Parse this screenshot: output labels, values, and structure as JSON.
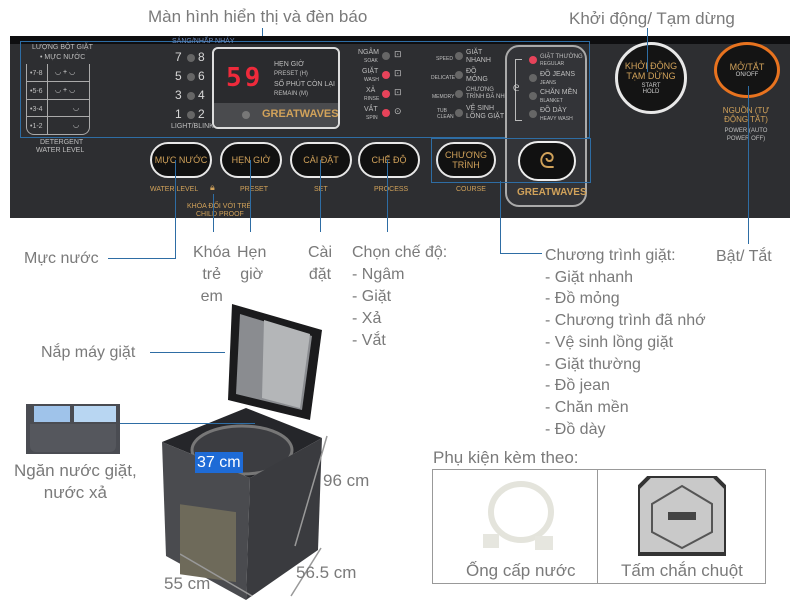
{
  "annotations": {
    "display": "Màn hình hiển thị và đèn báo",
    "start_pause": "Khởi động/ Tạm dừng",
    "water_level": "Mực nước",
    "child_lock": [
      "Khóa",
      "trẻ",
      "em"
    ],
    "preset": [
      "Hẹn",
      "giờ"
    ],
    "set": [
      "Cài",
      "đặt"
    ],
    "mode_title": "Chọn chế độ:",
    "modes": [
      "- Ngâm",
      "- Giặt",
      "- Xả",
      "- Vắt"
    ],
    "program_title": "Chương trình giặt:",
    "programs": [
      "- Giặt nhanh",
      "- Đồ mỏng",
      "- Chương trình đã nhớ",
      "- Vệ sinh lồng giặt",
      "- Giặt thường",
      "- Đồ jean",
      "- Chăn mền",
      "- Đồ dày"
    ],
    "power": "Bật/ Tắt",
    "lid": "Nắp máy giặt",
    "dispenser": [
      "Ngăn nước giặt,",
      "nước xả"
    ],
    "drum_diameter": "37 cm",
    "height": "96 cm",
    "width": "55 cm",
    "depth": "56.5 cm"
  },
  "panel": {
    "detergent_title": "LƯỢNG BỘT GIẶT",
    "detergent_sub": "• MỰC NƯỚC",
    "detergent_rows": [
      "•7-8",
      "•5-6",
      "•3-4",
      "•1-2"
    ],
    "detergent_en": [
      "DETERGENT",
      "WATER LEVEL"
    ],
    "light_blink_vi": "SÁNG/NHẤP NHÁY",
    "light_blink_en": "LIGHT/BLINK",
    "level_numbers": [
      [
        "7",
        "8"
      ],
      [
        "5",
        "6"
      ],
      [
        "3",
        "4"
      ],
      [
        "1",
        "2"
      ]
    ],
    "display_digits": "59",
    "preset_vi": "HẸN GIỜ",
    "preset_en": "PRESET (H)",
    "remain_vi": "SỐ PHÚT CÒN LẠI",
    "remain_en": "REMAIN (M)",
    "brand": "GREATWAVES",
    "process_indicators": [
      {
        "vi": "NGÂM",
        "en": "SOAK",
        "on": false
      },
      {
        "vi": "GIẶT",
        "en": "WASH",
        "on": true
      },
      {
        "vi": "XẢ",
        "en": "RINSE",
        "on": true
      },
      {
        "vi": "VẮT",
        "en": "SPIN",
        "on": true
      }
    ],
    "course_indicators": [
      {
        "en": "SPEED",
        "vi": "GIẶT NHANH"
      },
      {
        "en": "DELICATE",
        "vi": "ĐỒ MỎNG"
      },
      {
        "en": "MEMORY",
        "vi": "CHƯƠNG TRÌNH ĐÃ NHỚ"
      },
      {
        "en": "TUB CLEAN",
        "vi": "VỆ SINH LỒNG GIẶT"
      }
    ],
    "wave_indicators": [
      {
        "vi": "GIẶT THƯỜNG",
        "en": "REGULAR",
        "on": true
      },
      {
        "vi": "ĐỒ JEANS",
        "en": "JEANS",
        "on": false
      },
      {
        "vi": "CHĂN MỀN",
        "en": "BLANKET",
        "on": false
      },
      {
        "vi": "ĐỒ DÀY",
        "en": "HEAVY WASH",
        "on": false
      }
    ],
    "buttons": {
      "water_level": {
        "vi": "MỰC NƯỚC",
        "en": "WATER LEVEL"
      },
      "preset": {
        "vi": "HẸN GIỜ",
        "en": "PRESET"
      },
      "set": {
        "vi": "CÀI ĐẶT",
        "en": "SET"
      },
      "process": {
        "vi": "CHẾ ĐỘ",
        "en": "PROCESS"
      },
      "course": {
        "vi": "CHƯƠNG TRÌNH",
        "en": "COURSE"
      },
      "start": {
        "vi": "KHỞI ĐỘNG TẠM DỪNG",
        "en1": "START",
        "en2": "HOLD"
      },
      "power": {
        "vi": "MỞ/TẮT",
        "en": "ON/OFF",
        "sub_vi": "NGUỒN (TỰ ĐỘNG TẮT)",
        "sub_en": "POWER (AUTO POWER OFF)"
      }
    },
    "child_lock_vi": "KHÓA ĐỐI VỚI TRẺ",
    "child_lock_en": "CHILD PROOF"
  },
  "accessories": {
    "title": "Phụ kiện kèm theo:",
    "items": [
      "Ống cấp nước",
      "Tấm chắn chuột"
    ]
  },
  "colors": {
    "accent_line": "#2e6da4",
    "panel": "#2d2e31",
    "gold": "#d1a25a",
    "led": "#e7435a",
    "power_ring": "#e8731f"
  }
}
